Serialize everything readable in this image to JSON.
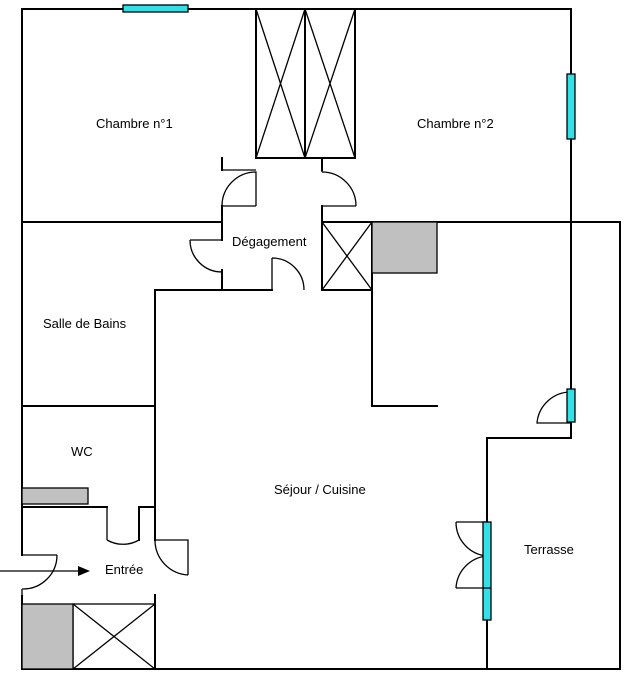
{
  "rooms": {
    "chambre1": "Chambre n°1",
    "chambre2": "Chambre n°2",
    "degagement": "Dégagement",
    "salle_de_bains": "Salle de Bains",
    "wc": "WC",
    "sejour": "Séjour / Cuisine",
    "terrasse": "Terrasse",
    "entree": "Entrée"
  },
  "colors": {
    "window": "#33e0e8",
    "fixture": "#c0c0c0",
    "wall": "#000000"
  }
}
